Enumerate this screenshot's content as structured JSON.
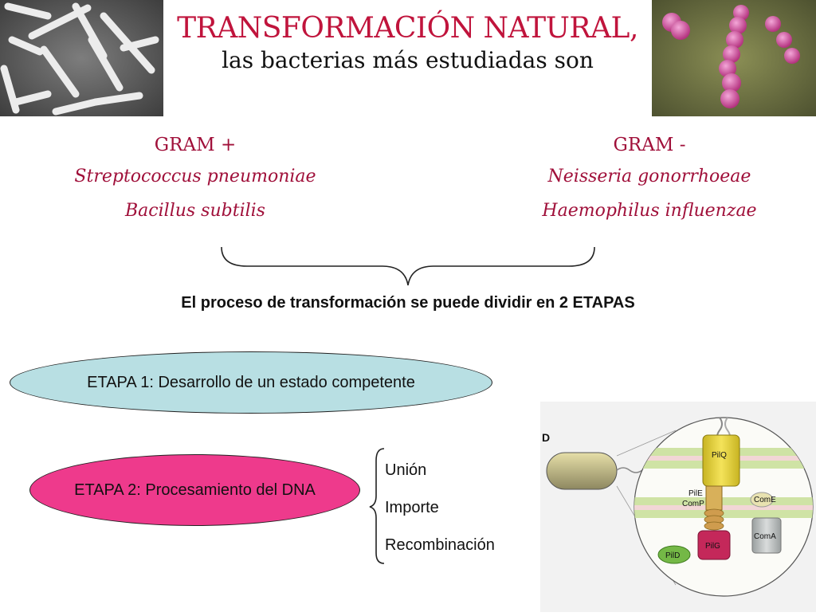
{
  "title": {
    "line1": "TRANSFORMACIÓN NATURAL,",
    "line2": "las bacterias más estudiadas  son"
  },
  "gram_positive": {
    "header": "GRAM +",
    "species": [
      "Streptococcus pneumoniae",
      "Bacillus subtilis"
    ]
  },
  "gram_negative": {
    "header": "GRAM -",
    "species": [
      "Neisseria gonorrhoeae",
      "Haemophilus influenzae"
    ]
  },
  "process_text": "El proceso de transformación se puede dividir en 2 ETAPAS",
  "stage1": {
    "label": "ETAPA 1: Desarrollo de un estado competente",
    "color": "#b8dfe3"
  },
  "stage2": {
    "label": "ETAPA 2: Procesamiento del DNA",
    "color": "#ee3a8c"
  },
  "stage2_steps": [
    "Unión",
    "Importe",
    "Recombinación"
  ],
  "diagram": {
    "panel_letter": "D",
    "labels": {
      "pilq": "PilQ",
      "pile": "PilE",
      "comp": "ComP",
      "come": "ComE",
      "pilg": "PilG",
      "coma": "ComA",
      "pild": "PilD"
    }
  },
  "colors": {
    "title_red": "#c0143c",
    "gram_red": "#a0103a"
  }
}
